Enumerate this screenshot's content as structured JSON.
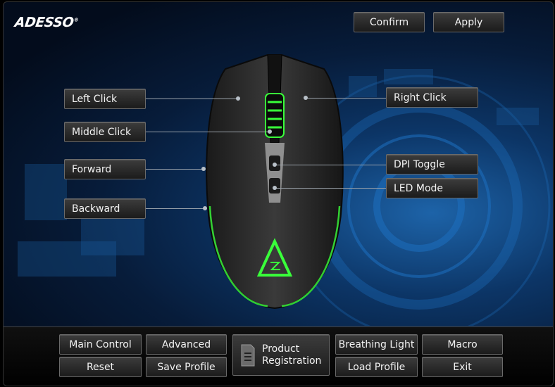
{
  "brand": {
    "logo_text": "ADESSO",
    "trademark": "®"
  },
  "top_actions": {
    "confirm": "Confirm",
    "apply": "Apply"
  },
  "mouse_buttons": {
    "left_click": "Left Click",
    "middle_click": "Middle Click",
    "forward": "Forward",
    "backward": "Backward",
    "right_click": "Right Click",
    "dpi_toggle": "DPI Toggle",
    "led_mode": "LED Mode"
  },
  "bottom_bar": {
    "main_control": "Main Control",
    "advanced": "Advanced",
    "product_registration": "Product Registration",
    "breathing_light": "Breathing Light",
    "macro": "Macro",
    "reset": "Reset",
    "save_profile": "Save Profile",
    "load_profile": "Load Profile",
    "exit": "Exit"
  },
  "icons": {
    "registration": "document-icon",
    "mouse_logo": "adesso-a-logo-icon"
  },
  "colors": {
    "accent_green": "#39ff3a",
    "background_blue": "#0c3566",
    "button_bg": "#2a2a2a"
  }
}
